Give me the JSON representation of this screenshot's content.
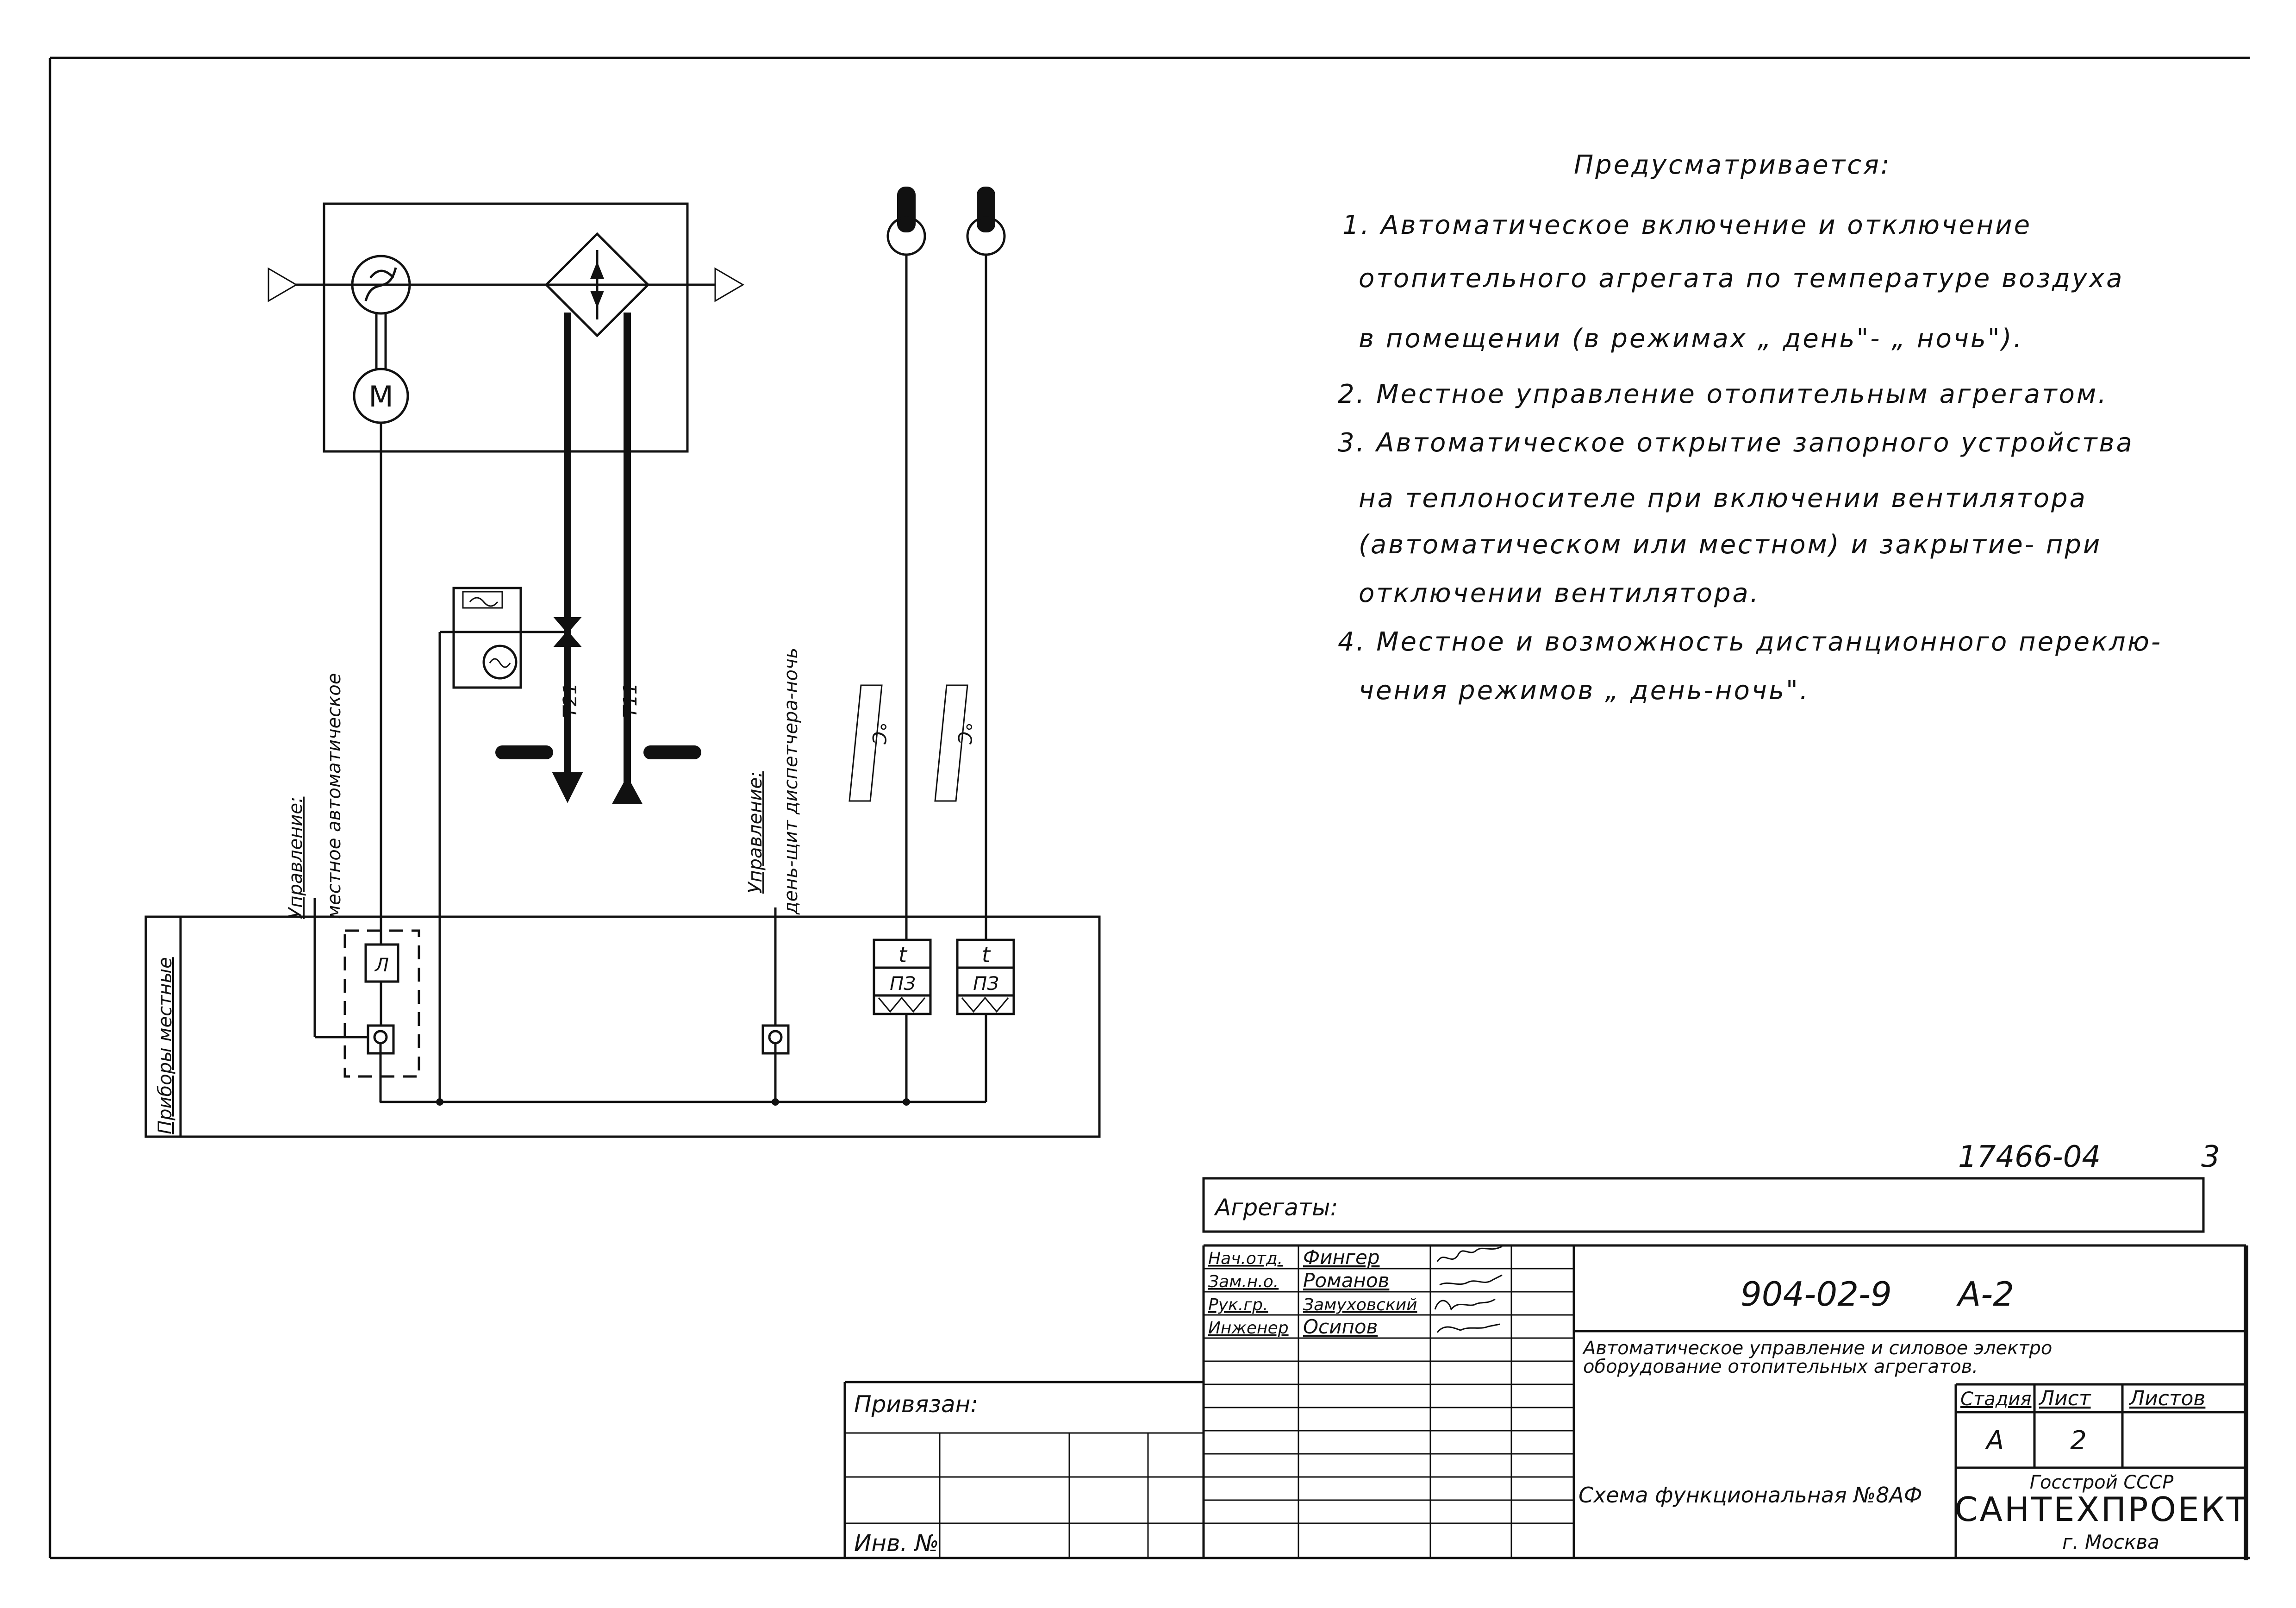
{
  "notes": {
    "heading": "Предусматривается:",
    "lines": [
      "1. Автоматическое включение и отключение",
      "отопительного агрегата по температуре воздуха",
      "в помещении (в режимах „ день\"- „ ночь\").",
      "2. Местное управление отопительным агрегатом.",
      "3. Автоматическое открытие запорного устройства",
      "на теплоносителе при включении вентилятора",
      "(автоматическом или местном) и закрытие- при",
      "отключении вентилятора.",
      "4. Местное и возможность дистанционного переклю-",
      "чения режимов „ день-ночь\"."
    ]
  },
  "diagram": {
    "motor_label": "М",
    "pipe_labels": [
      "Т21",
      "Т11"
    ],
    "control_left": {
      "title": "Управление:",
      "subtitle": "местное автоматическое"
    },
    "control_right": {
      "title": "Управление:",
      "subtitle": "день-щит диспетчера-ночь"
    },
    "sensor_labels": [
      "°C",
      "°C"
    ],
    "instrument_t": [
      "t",
      "t"
    ],
    "instrument_pz": [
      "ПЗ",
      "ПЗ"
    ],
    "relay_label": "Л",
    "local_devices_label": "Приборы местные"
  },
  "doc_numbers": {
    "code": "17466-04",
    "page": "3"
  },
  "title_block": {
    "units_label": "Агрегаты:",
    "signatures": [
      {
        "role": "Нач.отд.",
        "name": "Фингер"
      },
      {
        "role": "Зам.н.о.",
        "name": "Романов"
      },
      {
        "role": "Рук.гр.",
        "name": "Замуховский"
      },
      {
        "role": "Инженер",
        "name": "Осипов"
      }
    ],
    "project_code": "904-02-9",
    "album": "А-2",
    "description_line1": "Автоматическое управление и силовое электро",
    "description_line2": "оборудование отопительных агрегатов.",
    "stage_header": "Стадия",
    "sheet_header": "Лист",
    "sheets_header": "Листов",
    "stage_value": "А",
    "sheet_value": "2",
    "bound_label": "Привязан:",
    "scheme_title": "Схема функциональная №8АФ",
    "org_top": "Госстрой СССР",
    "org_name": "САНТЕХПРОЕКТ",
    "org_city": "г. Москва",
    "inv_label": "Инв. №"
  }
}
